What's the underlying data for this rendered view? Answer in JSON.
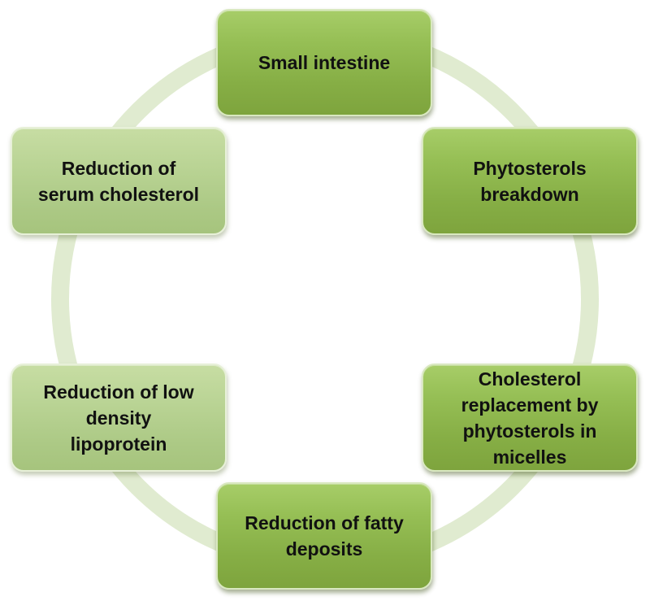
{
  "diagram": {
    "type": "cycle",
    "nodes": [
      {
        "id": "small-intestine",
        "label": "Small intestine"
      },
      {
        "id": "phytosterols",
        "label": "Phytosterols\nbreakdown"
      },
      {
        "id": "cholesterol",
        "label": "Cholesterol\nreplacement by\nphytosterols in\nmicelles"
      },
      {
        "id": "fatty",
        "label": "Reduction of fatty\ndeposits"
      },
      {
        "id": "ldl",
        "label": "Reduction of low\ndensity\nlipoprotein"
      },
      {
        "id": "serum",
        "label": "Reduction of\nserum cholesterol"
      }
    ],
    "colors": {
      "node_dark": "#8db54d",
      "node_light": "#b5d08f",
      "ring": "#e0ebd0"
    }
  }
}
